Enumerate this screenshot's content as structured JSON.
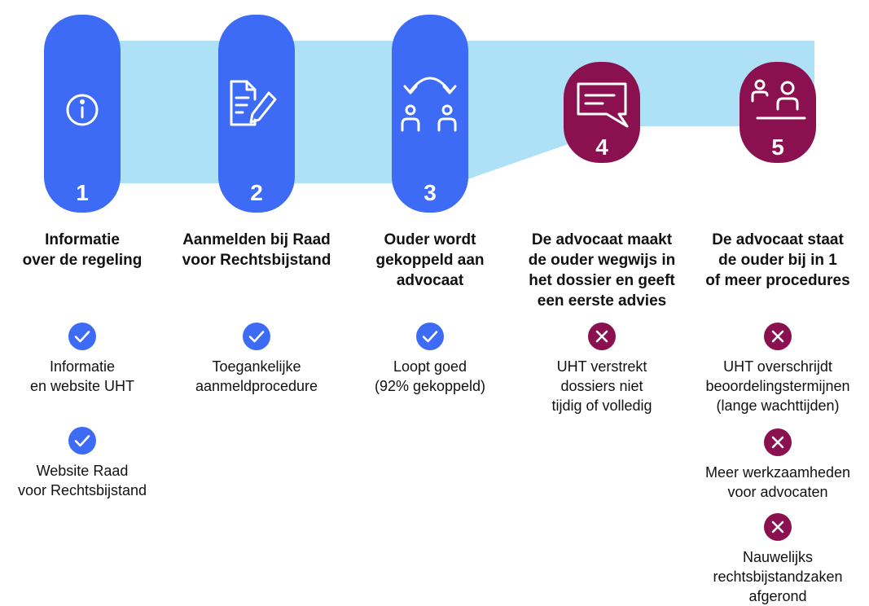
{
  "colors": {
    "band": "#aee1f6",
    "positive": "#3d6bf5",
    "negative": "#8a1050",
    "text": "#111111"
  },
  "stages": [
    {
      "number": "1",
      "icon": "info-icon",
      "title_lines": [
        "Informatie",
        "over de regeling"
      ],
      "items": [
        {
          "status": "positive",
          "lines": [
            "Informatie",
            "en website UHT"
          ]
        },
        {
          "status": "positive",
          "lines": [
            "Website Raad",
            "voor Rechtsbijstand"
          ]
        }
      ]
    },
    {
      "number": "2",
      "icon": "document-pen-icon",
      "title_lines": [
        "Aanmelden bij Raad",
        "voor Rechtsbijstand"
      ],
      "items": [
        {
          "status": "positive",
          "lines": [
            "Toegankelijke",
            "aanmeldprocedure"
          ]
        }
      ]
    },
    {
      "number": "3",
      "icon": "linked-people-icon",
      "title_lines": [
        "Ouder wordt",
        "gekoppeld aan",
        "advocaat"
      ],
      "items": [
        {
          "status": "positive",
          "lines": [
            "Loopt goed",
            "(92% gekoppeld)"
          ]
        }
      ]
    },
    {
      "number": "4",
      "icon": "speech-bubble-icon",
      "title_lines": [
        "De advocaat maakt",
        "de ouder wegwijs in",
        "het dossier en geeft",
        "een eerste advies"
      ],
      "items": [
        {
          "status": "negative",
          "lines": [
            "UHT verstrekt",
            "dossiers niet",
            "tijdig of volledig"
          ]
        }
      ]
    },
    {
      "number": "5",
      "icon": "consultation-icon",
      "title_lines": [
        "De advocaat staat",
        "de ouder bij in 1",
        "of meer procedures"
      ],
      "items": [
        {
          "status": "negative",
          "lines": [
            "UHT overschrijdt",
            "beoordelingstermijnen",
            "(lange wachttijden)"
          ]
        },
        {
          "status": "negative",
          "lines": [
            "Meer werkzaamheden",
            "voor advocaten"
          ]
        },
        {
          "status": "negative",
          "lines": [
            "Nauwelijks",
            "rechtsbijstandzaken",
            "afgerond"
          ]
        }
      ]
    }
  ]
}
